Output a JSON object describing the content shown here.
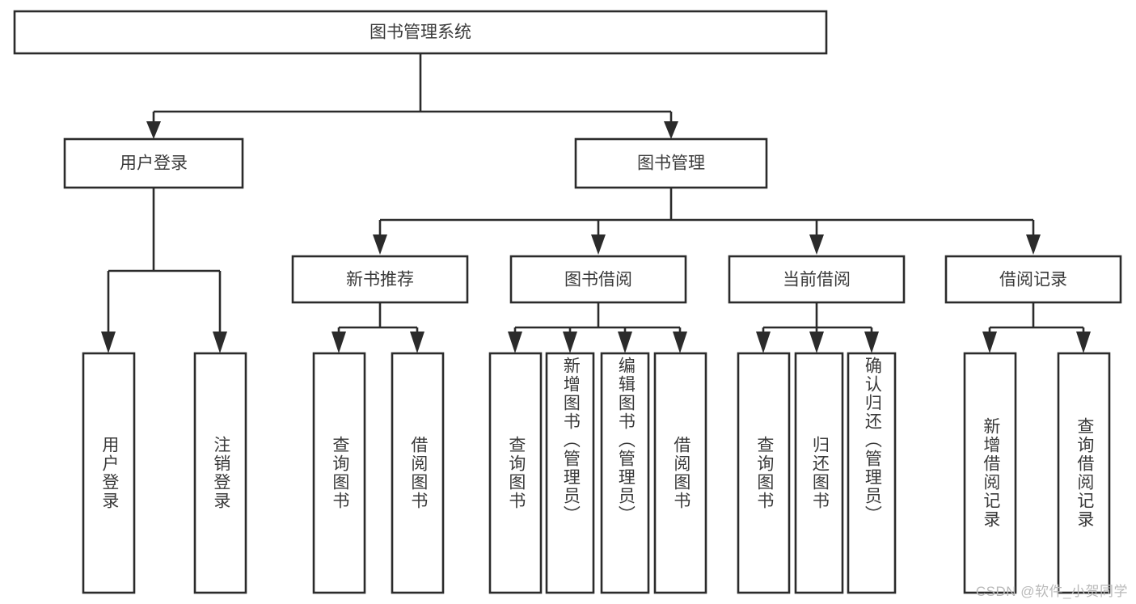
{
  "diagram": {
    "title": "图书管理系统",
    "type": "tree",
    "watermark": "CSDN @软件_小贺同学",
    "colors": {
      "stroke": "#2b2b2b",
      "fill": "#ffffff",
      "text": "#3a3a3a",
      "watermark": "#b9b9b9",
      "background": "#ffffff"
    },
    "root": {
      "label": "图书管理系统"
    },
    "level2": [
      {
        "label": "用户登录"
      },
      {
        "label": "图书管理"
      }
    ],
    "level3": [
      {
        "label": "新书推荐"
      },
      {
        "label": "图书借阅"
      },
      {
        "label": "当前借阅"
      },
      {
        "label": "借阅记录"
      }
    ],
    "leaves": {
      "user_login": [
        {
          "label": "用户登录"
        },
        {
          "label": "注销登录"
        }
      ],
      "new_book": [
        {
          "label": "查询图书"
        },
        {
          "label": "借阅图书"
        }
      ],
      "book_borrow": [
        {
          "label": "查询图书"
        },
        {
          "label": "新增图书（管理员）"
        },
        {
          "label": "编辑图书（管理员）"
        },
        {
          "label": "借阅图书"
        }
      ],
      "current_borrow": [
        {
          "label": "查询图书"
        },
        {
          "label": "归还图书"
        },
        {
          "label": "确认归还（管理员）"
        }
      ],
      "borrow_record": [
        {
          "label": "新增借阅记录"
        },
        {
          "label": "查询借阅记录"
        }
      ]
    }
  }
}
